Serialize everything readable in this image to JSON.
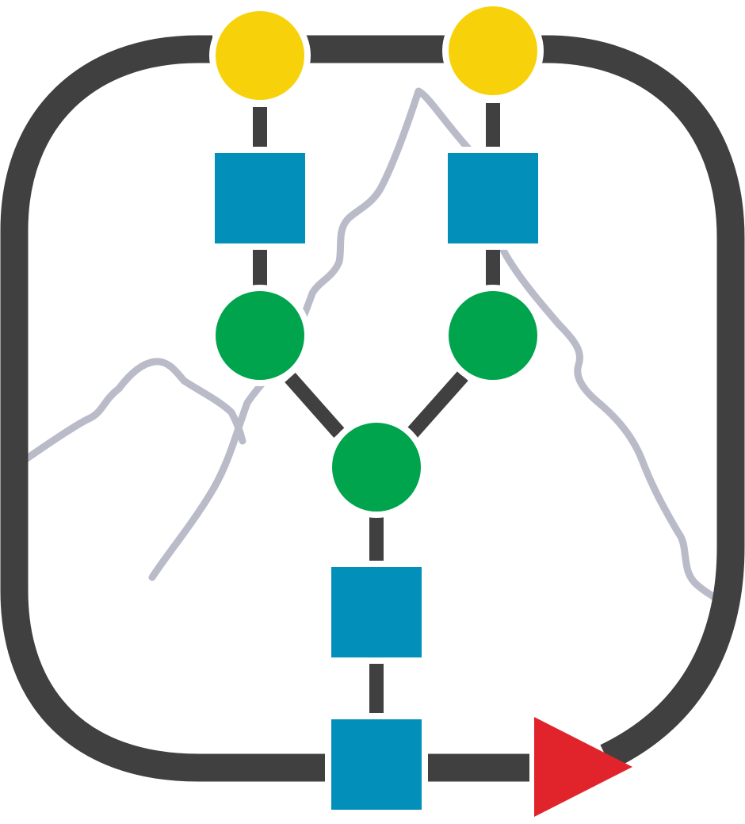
{
  "diagram": {
    "kind": "glycan-symbol-logo",
    "colors": {
      "frame": "#404040",
      "link": "#404040",
      "mountain": "#b9bcc8",
      "yellow_circle": "#f7d20a",
      "blue_square": "#0290bb",
      "green_circle": "#00a44d",
      "red_triangle": "#e1242b"
    },
    "nodes": [
      {
        "id": "yellow-circle-left",
        "shape": "circle",
        "color_key": "yellow_circle"
      },
      {
        "id": "yellow-circle-right",
        "shape": "circle",
        "color_key": "yellow_circle"
      },
      {
        "id": "blue-square-upper-left",
        "shape": "square",
        "color_key": "blue_square"
      },
      {
        "id": "blue-square-upper-right",
        "shape": "square",
        "color_key": "blue_square"
      },
      {
        "id": "green-circle-left",
        "shape": "circle",
        "color_key": "green_circle"
      },
      {
        "id": "green-circle-right",
        "shape": "circle",
        "color_key": "green_circle"
      },
      {
        "id": "green-circle-center",
        "shape": "circle",
        "color_key": "green_circle"
      },
      {
        "id": "blue-square-middle",
        "shape": "square",
        "color_key": "blue_square"
      },
      {
        "id": "blue-square-bottom",
        "shape": "square",
        "color_key": "blue_square"
      },
      {
        "id": "red-triangle",
        "shape": "triangle",
        "color_key": "red_triangle"
      }
    ],
    "edges": [
      [
        "yellow-circle-left",
        "blue-square-upper-left"
      ],
      [
        "blue-square-upper-left",
        "green-circle-left"
      ],
      [
        "yellow-circle-right",
        "blue-square-upper-right"
      ],
      [
        "blue-square-upper-right",
        "green-circle-right"
      ],
      [
        "green-circle-left",
        "green-circle-center"
      ],
      [
        "green-circle-right",
        "green-circle-center"
      ],
      [
        "green-circle-center",
        "blue-square-middle"
      ],
      [
        "blue-square-middle",
        "blue-square-bottom"
      ],
      [
        "blue-square-bottom",
        "red-triangle"
      ]
    ]
  }
}
